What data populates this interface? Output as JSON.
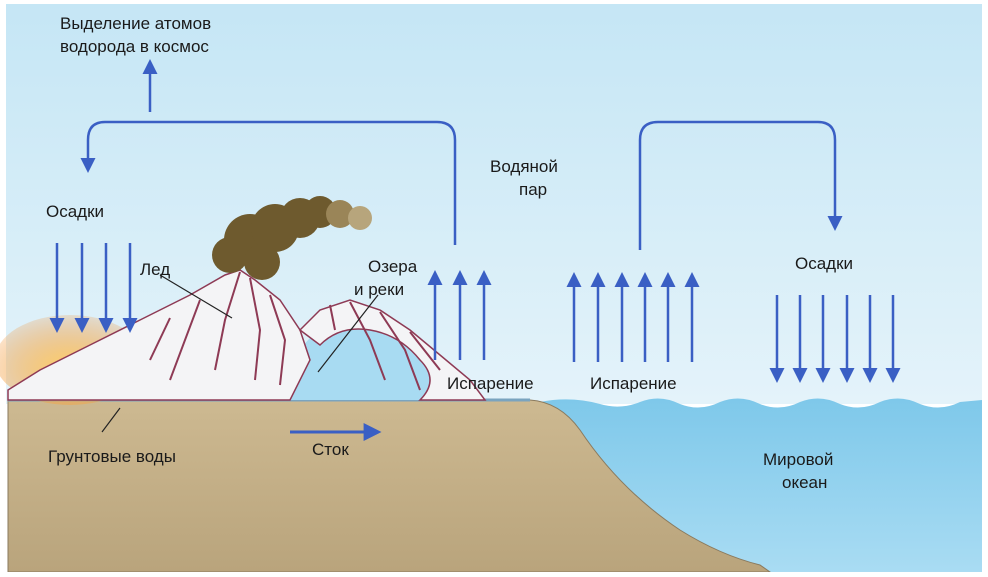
{
  "diagram": {
    "labels": {
      "hydrogen_release_line1": "Выделение атомов",
      "hydrogen_release_line2": "водорода в космос",
      "precip_left": "Осадки",
      "precip_right": "Осадки",
      "ice": "Лед",
      "lakes_line1": "Озера",
      "lakes_line2": "и реки",
      "water_vapor_line1": "Водяной",
      "water_vapor_line2": "пар",
      "evaporation_left": "Испарение",
      "evaporation_right": "Испарение",
      "groundwater": "Грунтовые воды",
      "runoff": "Сток",
      "ocean_line1": "Мировой",
      "ocean_line2": "океан"
    },
    "colors": {
      "arrow": "#3a5fc4",
      "sky": "#d4ecf6",
      "ocean": "#8fd0ee",
      "lake": "#a8dbf2",
      "ground": "#c9b58e",
      "ground_edge": "#8a7a5e",
      "mountain_snow": "#f4f4f6",
      "mountain_rock": "#8e3a55",
      "lava": "#f3a23a",
      "smoke": "#6e5a2e"
    }
  }
}
